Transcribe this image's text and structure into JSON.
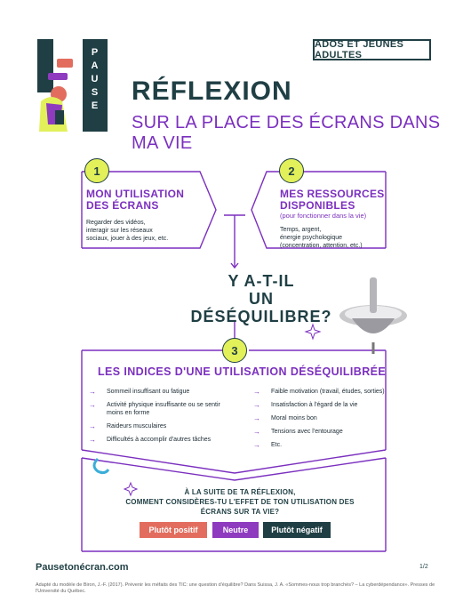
{
  "header": {
    "pause_label": "PAUSE",
    "audience_badge": "ADOS ET JEUNES ADULTES",
    "title": "RÉFLEXION",
    "subtitle": "SUR LA PLACE DES ÉCRANS DANS MA VIE"
  },
  "box1": {
    "number": "1",
    "title_line1": "MON UTILISATION",
    "title_line2": "DES ÉCRANS",
    "text_line1": "Regarder des vidéos,",
    "text_line2": "interagir sur les réseaux",
    "text_line3": "sociaux, jouer à des jeux, etc."
  },
  "box2": {
    "number": "2",
    "title_line1": "MES RESSOURCES",
    "title_line2": "DISPONIBLES",
    "subtitle": "(pour fonctionner dans la vie)",
    "text_line1": "Temps, argent,",
    "text_line2": "énergie psychologique",
    "text_line3": "(concentration, attention, etc.)"
  },
  "question": {
    "line1": "Y A-T-IL",
    "line2": "UN DÉSÉQUILIBRE?"
  },
  "box3": {
    "number": "3",
    "title": "LES INDICES D'UNE UTILISATION DÉSÉQUILIBRÉE",
    "left_items": [
      "Sommeil insuffisant ou fatigue",
      "Activité physique insuffisante ou se sentir moins en forme",
      "Raideurs musculaires",
      "Difficultés à accomplir d'autres tâches"
    ],
    "right_items": [
      "Faible motivation (travail, études, sorties)",
      "Insatisfaction à l'égard de la vie",
      "Moral moins bon",
      "Tensions avec l'entourage",
      "Etc."
    ]
  },
  "reflection": {
    "line1": "À LA SUITE DE TA RÉFLEXION,",
    "line2": "COMMENT CONSIDÈRES-TU L'EFFET DE TON UTILISATION DES ÉCRANS SUR TA VIE?"
  },
  "buttons": {
    "positive": "Plutôt positif",
    "neutral": "Neutre",
    "negative": "Plutôt négatif"
  },
  "colors": {
    "positive": "#e26d5e",
    "neutral": "#8e3bbf",
    "negative": "#1f3f44",
    "accent": "#7b2fbf",
    "dark": "#1f3f44"
  },
  "footer": {
    "logo": "Pausetonécran.com",
    "page": "1/2",
    "reference": "Adapté du modèle de Biron, J.-F. (2017). Prévenir les méfaits des TIC: une question d'équilibre? Dans Suissa, J. A. «Sommes-nous trop branchés? – La cyberdépendance». Presses de l'Université du Québec."
  }
}
